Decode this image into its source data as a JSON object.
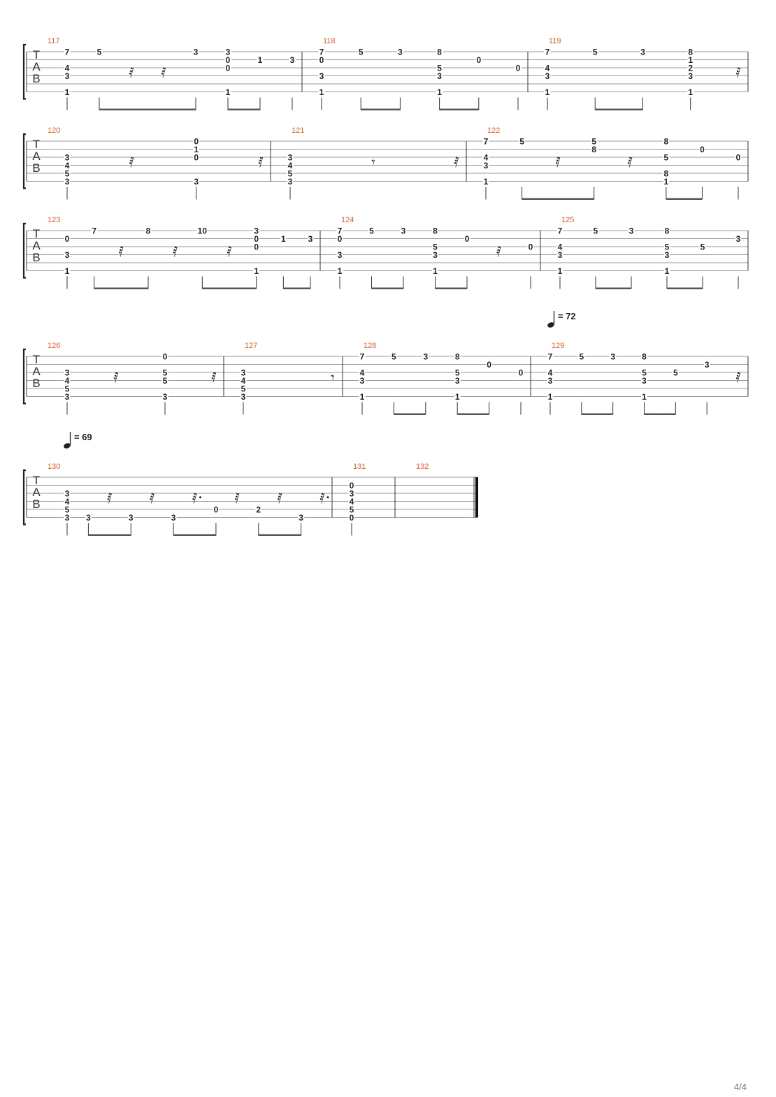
{
  "page": {
    "number": "4/4"
  },
  "clef_letters": [
    "T",
    "A",
    "B"
  ],
  "tempo_marks": [
    {
      "value": "72",
      "before_measure": "129"
    },
    {
      "value": "69",
      "before_measure": "130"
    }
  ],
  "systems": [
    {
      "measures": [
        {
          "number": "117",
          "beats": [
            {
              "notes": [
                [
                  1,
                  "7"
                ],
                [
                  3,
                  "4"
                ],
                [
                  4,
                  "3"
                ],
                [
                  6,
                  "1"
                ]
              ]
            },
            {
              "notes": [
                [
                  1,
                  "5"
                ]
              ]
            },
            {
              "rest": "32"
            },
            {
              "rest": "32"
            },
            {
              "notes": [
                [
                  1,
                  "3"
                ]
              ]
            },
            {
              "notes": [
                [
                  1,
                  "3"
                ],
                [
                  2,
                  "0"
                ],
                [
                  3,
                  "0"
                ],
                [
                  6,
                  "1"
                ]
              ]
            },
            {
              "notes": [
                [
                  2,
                  "1"
                ]
              ]
            },
            {
              "notes": [
                [
                  2,
                  "3"
                ]
              ]
            }
          ]
        },
        {
          "number": "118",
          "beats": [
            {
              "notes": [
                [
                  1,
                  "7"
                ],
                [
                  2,
                  "0"
                ],
                [
                  4,
                  "3"
                ],
                [
                  6,
                  "1"
                ]
              ]
            },
            {
              "notes": [
                [
                  1,
                  "5"
                ]
              ]
            },
            {
              "notes": [
                [
                  1,
                  "3"
                ]
              ]
            },
            {
              "notes": [
                [
                  1,
                  "8"
                ],
                [
                  3,
                  "5"
                ],
                [
                  4,
                  "3"
                ],
                [
                  6,
                  "1"
                ]
              ]
            },
            {
              "notes": [
                [
                  2,
                  "0"
                ]
              ]
            },
            {
              "notes": [
                [
                  3,
                  "0"
                ]
              ]
            }
          ]
        },
        {
          "number": "119",
          "beats": [
            {
              "notes": [
                [
                  1,
                  "7"
                ],
                [
                  3,
                  "4"
                ],
                [
                  4,
                  "3"
                ],
                [
                  6,
                  "1"
                ]
              ]
            },
            {
              "notes": [
                [
                  1,
                  "5"
                ]
              ]
            },
            {
              "notes": [
                [
                  1,
                  "3"
                ]
              ]
            },
            {
              "notes": [
                [
                  1,
                  "8"
                ],
                [
                  2,
                  "1"
                ],
                [
                  3,
                  "2"
                ],
                [
                  4,
                  "3"
                ],
                [
                  6,
                  "1"
                ]
              ]
            },
            {
              "rest": "32"
            }
          ]
        }
      ]
    },
    {
      "measures": [
        {
          "number": "120",
          "beats": [
            {
              "notes": [
                [
                  3,
                  "3"
                ],
                [
                  4,
                  "4"
                ],
                [
                  5,
                  "5"
                ],
                [
                  6,
                  "3"
                ]
              ]
            },
            {
              "rest": "32"
            },
            {
              "notes": [
                [
                  1,
                  "0"
                ],
                [
                  2,
                  "1"
                ],
                [
                  3,
                  "0"
                ],
                [
                  6,
                  "3"
                ]
              ]
            },
            {
              "rest": "32"
            }
          ]
        },
        {
          "number": "121",
          "beats": [
            {
              "notes": [
                [
                  3,
                  "3"
                ],
                [
                  4,
                  "4"
                ],
                [
                  5,
                  "5"
                ],
                [
                  6,
                  "3"
                ]
              ]
            },
            {
              "rest": "8"
            },
            {
              "rest": "32"
            }
          ]
        },
        {
          "number": "122",
          "beats": [
            {
              "notes": [
                [
                  1,
                  "7"
                ],
                [
                  3,
                  "4"
                ],
                [
                  4,
                  "3"
                ],
                [
                  6,
                  "1"
                ]
              ]
            },
            {
              "notes": [
                [
                  1,
                  "5"
                ]
              ]
            },
            {
              "rest": "32"
            },
            {
              "notes": [
                [
                  1,
                  "5"
                ],
                [
                  2,
                  "8"
                ]
              ]
            },
            {
              "rest": "32"
            },
            {
              "notes": [
                [
                  1,
                  "8"
                ],
                [
                  3,
                  "5"
                ],
                [
                  5,
                  "8"
                ],
                [
                  6,
                  "1"
                ]
              ]
            },
            {
              "notes": [
                [
                  2,
                  "0"
                ]
              ]
            },
            {
              "notes": [
                [
                  3,
                  "0"
                ]
              ]
            }
          ]
        }
      ]
    },
    {
      "measures": [
        {
          "number": "123",
          "beats": [
            {
              "notes": [
                [
                  2,
                  "0"
                ],
                [
                  4,
                  "3"
                ],
                [
                  6,
                  "1"
                ]
              ]
            },
            {
              "notes": [
                [
                  1,
                  "7"
                ]
              ]
            },
            {
              "rest": "32"
            },
            {
              "notes": [
                [
                  1,
                  "8"
                ]
              ]
            },
            {
              "rest": "32"
            },
            {
              "notes": [
                [
                  1,
                  "10"
                ]
              ]
            },
            {
              "rest": "32"
            },
            {
              "notes": [
                [
                  1,
                  "3"
                ],
                [
                  2,
                  "0"
                ],
                [
                  3,
                  "0"
                ],
                [
                  6,
                  "1"
                ]
              ]
            },
            {
              "notes": [
                [
                  2,
                  "1"
                ]
              ]
            },
            {
              "notes": [
                [
                  2,
                  "3"
                ]
              ]
            }
          ]
        },
        {
          "number": "124",
          "beats": [
            {
              "notes": [
                [
                  1,
                  "7"
                ],
                [
                  2,
                  "0"
                ],
                [
                  4,
                  "3"
                ],
                [
                  6,
                  "1"
                ]
              ]
            },
            {
              "notes": [
                [
                  1,
                  "5"
                ]
              ]
            },
            {
              "notes": [
                [
                  1,
                  "3"
                ]
              ]
            },
            {
              "notes": [
                [
                  1,
                  "8"
                ],
                [
                  3,
                  "5"
                ],
                [
                  4,
                  "3"
                ],
                [
                  6,
                  "1"
                ]
              ]
            },
            {
              "notes": [
                [
                  2,
                  "0"
                ]
              ]
            },
            {
              "rest": "32"
            },
            {
              "notes": [
                [
                  3,
                  "0"
                ]
              ]
            }
          ]
        },
        {
          "number": "125",
          "beats": [
            {
              "notes": [
                [
                  1,
                  "7"
                ],
                [
                  3,
                  "4"
                ],
                [
                  4,
                  "3"
                ],
                [
                  6,
                  "1"
                ]
              ]
            },
            {
              "notes": [
                [
                  1,
                  "5"
                ]
              ]
            },
            {
              "notes": [
                [
                  1,
                  "3"
                ]
              ]
            },
            {
              "notes": [
                [
                  1,
                  "8"
                ],
                [
                  3,
                  "5"
                ],
                [
                  4,
                  "3"
                ],
                [
                  6,
                  "1"
                ]
              ]
            },
            {
              "notes": [
                [
                  3,
                  "5"
                ]
              ]
            },
            {
              "notes": [
                [
                  2,
                  "3"
                ]
              ]
            }
          ]
        }
      ]
    },
    {
      "measures": [
        {
          "number": "126",
          "beats": [
            {
              "notes": [
                [
                  3,
                  "3"
                ],
                [
                  4,
                  "4"
                ],
                [
                  5,
                  "5"
                ],
                [
                  6,
                  "3"
                ]
              ]
            },
            {
              "rest": "32"
            },
            {
              "notes": [
                [
                  1,
                  "0"
                ],
                [
                  3,
                  "5"
                ],
                [
                  4,
                  "5"
                ],
                [
                  6,
                  "3"
                ]
              ]
            },
            {
              "rest": "32"
            }
          ]
        },
        {
          "number": "127",
          "beats": [
            {
              "notes": [
                [
                  3,
                  "3"
                ],
                [
                  4,
                  "4"
                ],
                [
                  5,
                  "5"
                ],
                [
                  6,
                  "3"
                ]
              ]
            },
            {
              "rest": "8"
            }
          ]
        },
        {
          "number": "128",
          "beats": [
            {
              "notes": [
                [
                  1,
                  "7"
                ],
                [
                  3,
                  "4"
                ],
                [
                  4,
                  "3"
                ],
                [
                  6,
                  "1"
                ]
              ]
            },
            {
              "notes": [
                [
                  1,
                  "5"
                ]
              ]
            },
            {
              "notes": [
                [
                  1,
                  "3"
                ]
              ]
            },
            {
              "notes": [
                [
                  1,
                  "8"
                ],
                [
                  3,
                  "5"
                ],
                [
                  4,
                  "3"
                ],
                [
                  6,
                  "1"
                ]
              ]
            },
            {
              "notes": [
                [
                  2,
                  "0"
                ]
              ]
            },
            {
              "notes": [
                [
                  3,
                  "0"
                ]
              ]
            }
          ]
        },
        {
          "number": "129",
          "beats": [
            {
              "notes": [
                [
                  1,
                  "7"
                ],
                [
                  3,
                  "4"
                ],
                [
                  4,
                  "3"
                ],
                [
                  6,
                  "1"
                ]
              ]
            },
            {
              "notes": [
                [
                  1,
                  "5"
                ]
              ]
            },
            {
              "notes": [
                [
                  1,
                  "3"
                ]
              ]
            },
            {
              "notes": [
                [
                  1,
                  "8"
                ],
                [
                  3,
                  "5"
                ],
                [
                  4,
                  "3"
                ],
                [
                  6,
                  "1"
                ]
              ]
            },
            {
              "notes": [
                [
                  3,
                  "5"
                ]
              ]
            },
            {
              "notes": [
                [
                  2,
                  "3"
                ]
              ]
            },
            {
              "rest": "32"
            }
          ]
        }
      ]
    },
    {
      "measures": [
        {
          "number": "130",
          "beats": [
            {
              "notes": [
                [
                  3,
                  "3"
                ],
                [
                  4,
                  "4"
                ],
                [
                  5,
                  "5"
                ],
                [
                  6,
                  "3"
                ]
              ]
            },
            {
              "notes": [
                [
                  6,
                  "3"
                ]
              ]
            },
            {
              "rest": "32"
            },
            {
              "notes": [
                [
                  6,
                  "3"
                ]
              ]
            },
            {
              "rest": "32"
            },
            {
              "notes": [
                [
                  6,
                  "3"
                ]
              ]
            },
            {
              "rest": "32."
            },
            {
              "notes": [
                [
                  5,
                  "0"
                ]
              ]
            },
            {
              "rest": "32"
            },
            {
              "notes": [
                [
                  5,
                  "2"
                ]
              ]
            },
            {
              "rest": "32"
            },
            {
              "notes": [
                [
                  6,
                  "3"
                ]
              ]
            },
            {
              "rest": "32."
            }
          ]
        },
        {
          "number": "131",
          "beats": [
            {
              "notes": [
                [
                  2,
                  "0"
                ],
                [
                  3,
                  "3"
                ],
                [
                  4,
                  "4"
                ],
                [
                  5,
                  "5"
                ],
                [
                  6,
                  "0"
                ]
              ]
            }
          ]
        },
        {
          "number": "132",
          "beats": []
        }
      ]
    }
  ]
}
